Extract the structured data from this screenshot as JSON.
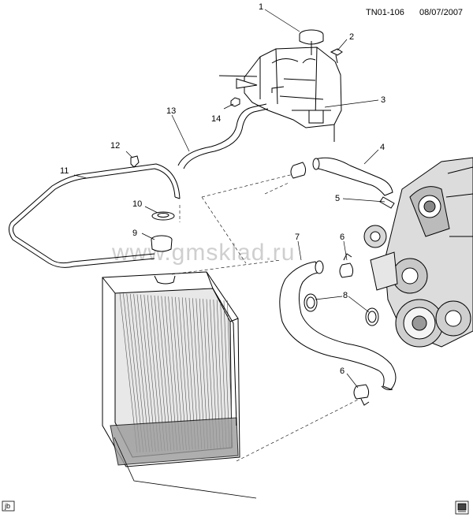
{
  "header": {
    "code": "TN01-106",
    "date": "08/07/2007"
  },
  "watermark": "www.gmsklad.ru",
  "corner_label": "jb",
  "callouts": {
    "c1": "1",
    "c2": "2",
    "c3": "3",
    "c4": "4",
    "c5": "5",
    "c6a": "6",
    "c6b": "6",
    "c7": "7",
    "c8": "8",
    "c9": "9",
    "c10": "10",
    "c11": "11",
    "c12": "12",
    "c13": "13",
    "c14": "14"
  },
  "icons": {
    "book": "book-icon"
  }
}
